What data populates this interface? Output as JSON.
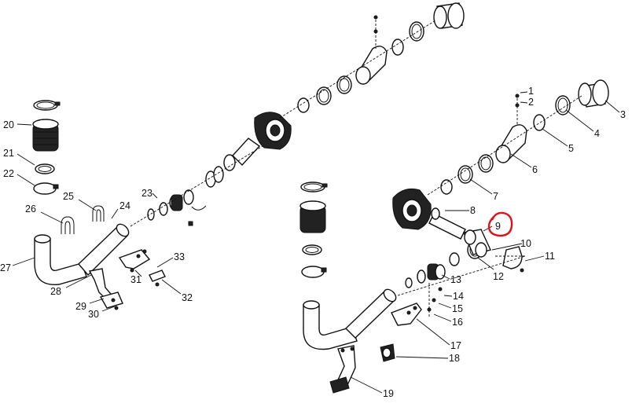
{
  "callouts": [
    {
      "id": "c1",
      "text": "1"
    },
    {
      "id": "c2",
      "text": "2"
    },
    {
      "id": "c3",
      "text": "3"
    },
    {
      "id": "c4",
      "text": "4"
    },
    {
      "id": "c5",
      "text": "5"
    },
    {
      "id": "c6",
      "text": "6"
    },
    {
      "id": "c7",
      "text": "7"
    },
    {
      "id": "c8",
      "text": "8"
    },
    {
      "id": "c9",
      "text": "9"
    },
    {
      "id": "c10",
      "text": "10"
    },
    {
      "id": "c11",
      "text": "11"
    },
    {
      "id": "c12",
      "text": "12"
    },
    {
      "id": "c13",
      "text": "13"
    },
    {
      "id": "c14",
      "text": "14"
    },
    {
      "id": "c15",
      "text": "15"
    },
    {
      "id": "c16",
      "text": "16"
    },
    {
      "id": "c17",
      "text": "17"
    },
    {
      "id": "c18",
      "text": "18"
    },
    {
      "id": "c19",
      "text": "19"
    },
    {
      "id": "c20",
      "text": "20"
    },
    {
      "id": "c21",
      "text": "21"
    },
    {
      "id": "c22",
      "text": "22"
    },
    {
      "id": "c23",
      "text": "23"
    },
    {
      "id": "c24",
      "text": "24"
    },
    {
      "id": "c25",
      "text": "25"
    },
    {
      "id": "c26",
      "text": "26"
    },
    {
      "id": "c27",
      "text": "27"
    },
    {
      "id": "c28",
      "text": "28"
    },
    {
      "id": "c29",
      "text": "29"
    },
    {
      "id": "c30",
      "text": "30"
    },
    {
      "id": "c31",
      "text": "31"
    },
    {
      "id": "c32",
      "text": "32"
    },
    {
      "id": "c33",
      "text": "33"
    }
  ],
  "highlight": {
    "callout": "9",
    "color": "#e0101a"
  }
}
